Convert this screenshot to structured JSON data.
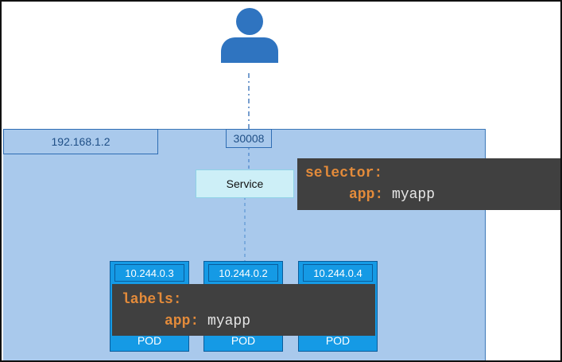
{
  "node": {
    "ip": "192.168.1.2",
    "node_port": "30008"
  },
  "service": {
    "label": "Service"
  },
  "selector": {
    "key": "selector:",
    "app_key": "app:",
    "app_value": "myapp"
  },
  "pods": [
    {
      "ip": "10.244.0.3",
      "label": "POD"
    },
    {
      "ip": "10.244.0.2",
      "label": "POD"
    },
    {
      "ip": "10.244.0.4",
      "label": "POD"
    }
  ],
  "labels": {
    "key": "labels:",
    "app_key": "app:",
    "app_value": "myapp"
  },
  "colors": {
    "node_bg": "#a9c9ec",
    "pod": "#159ae5",
    "service_bg": "#cdeff7",
    "code_bg": "#404040",
    "code_keyword": "#e48b3a",
    "user_icon": "#2f74c0"
  }
}
